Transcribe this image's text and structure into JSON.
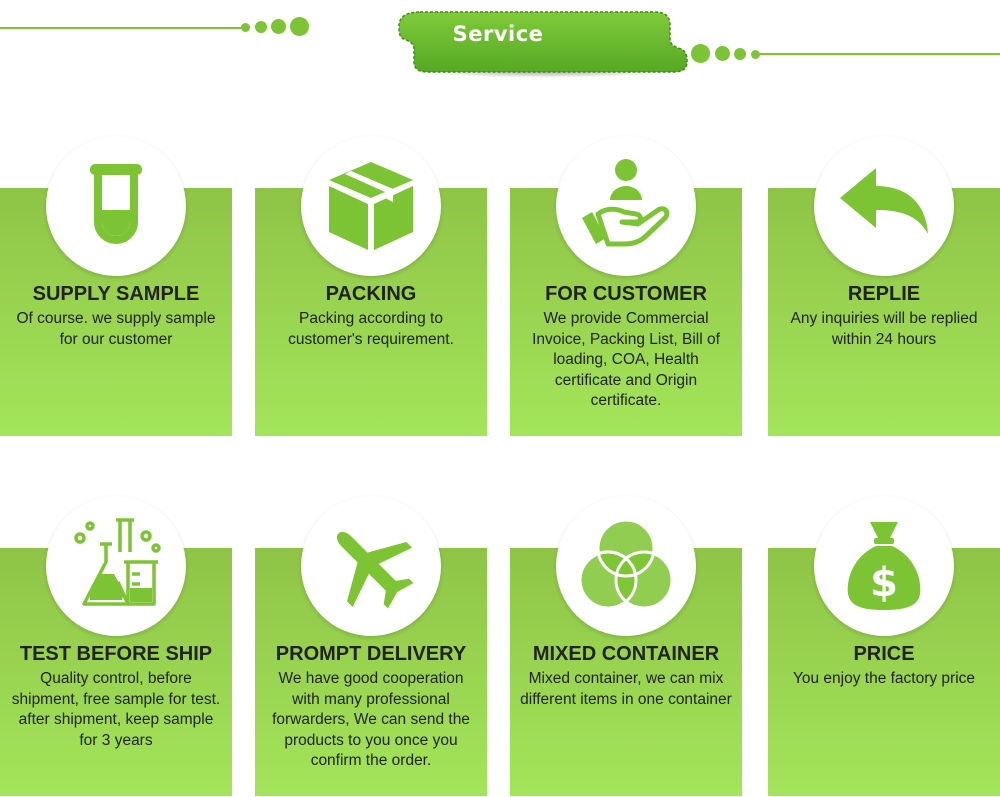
{
  "header": {
    "title": "Service"
  },
  "colors": {
    "accent": "#7cc433",
    "card_top": "#8fc446",
    "card_bottom": "#a3e55a",
    "icon": "#7cc433"
  },
  "services": [
    {
      "title": "SUPPLY SAMPLE",
      "description": "Of course. we supply sample for our customer",
      "icon": "test-tube-icon"
    },
    {
      "title": "PACKING",
      "description": "Packing according to customer's requirement.",
      "icon": "box-icon"
    },
    {
      "title": "FOR CUSTOMER",
      "description": "We provide Commercial Invoice, Packing List, Bill of loading, COA, Health certificate and Origin certificate.",
      "icon": "customer-hand-icon"
    },
    {
      "title": "REPLIE",
      "description": "Any inquiries will be replied within 24 hours",
      "icon": "reply-arrow-icon"
    },
    {
      "title": "TEST BEFORE SHIP",
      "description": "Quality control, before shipment, free sample for test. after shipment, keep sample for 3 years",
      "icon": "lab-flask-icon"
    },
    {
      "title": "PROMPT DELIVERY",
      "description": "We have good cooperation with many professional forwarders, We can send the products to you once you confirm the order.",
      "icon": "airplane-icon"
    },
    {
      "title": "MIXED CONTAINER",
      "description": "Mixed container, we can mix different items in one container",
      "icon": "overlapping-circles-icon"
    },
    {
      "title": "PRICE",
      "description": "You enjoy the factory price",
      "icon": "money-bag-icon"
    }
  ]
}
